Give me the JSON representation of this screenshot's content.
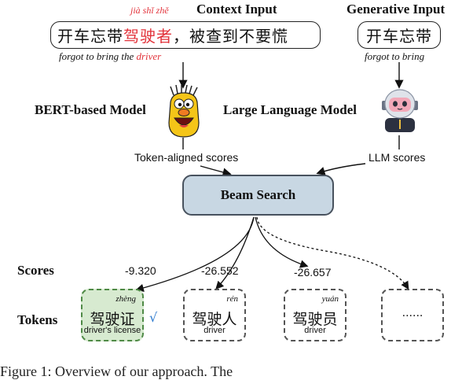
{
  "context": {
    "title": "Context Input",
    "pinyin": "jià shǐ zhě",
    "text_before": "开车忘带",
    "text_red": "驾驶者",
    "text_after": "，被查到不要慌",
    "translation_before": "forgot to bring the ",
    "translation_red": "driver"
  },
  "generative": {
    "title": "Generative Input",
    "text": "开车忘带",
    "translation": "forgot to bring"
  },
  "models": {
    "bert_label": "BERT-based Model",
    "llm_label": "Large Language Model",
    "bert_scores": "Token-aligned scores",
    "llm_scores": "LLM scores"
  },
  "beam_search": {
    "label": "Beam Search"
  },
  "rows": {
    "scores_label": "Scores",
    "tokens_label": "Tokens"
  },
  "candidates": [
    {
      "score": "-9.320",
      "pinyin": "zhèng",
      "chars": "驾驶证",
      "meaning": "driver's license",
      "selected": true
    },
    {
      "score": "-26.552",
      "pinyin": "rén",
      "chars": "驾驶人",
      "meaning": "driver",
      "selected": false
    },
    {
      "score": "-26.657",
      "pinyin": "yuán",
      "chars": "驾驶员",
      "meaning": "driver",
      "selected": false
    },
    {
      "ellipsis": "......"
    }
  ],
  "check_mark": "√",
  "caption": "Figure 1: Overview of our approach. The"
}
